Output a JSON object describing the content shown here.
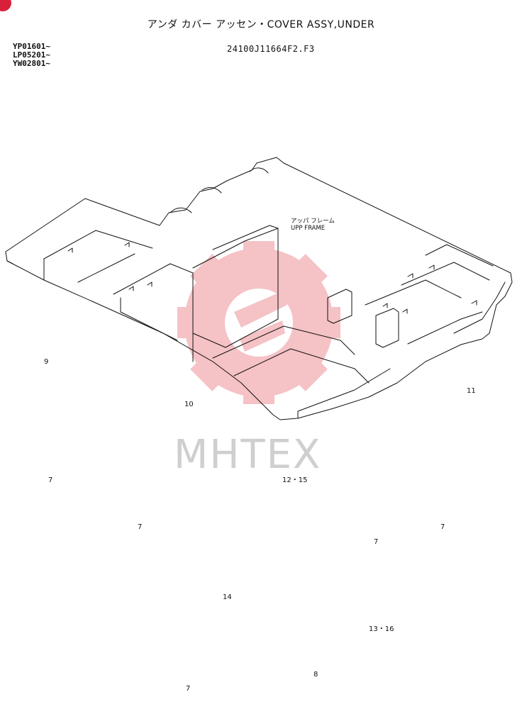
{
  "header": {
    "title": "アンダ カバー アッセン・COVER ASSY,UNDER",
    "serials": [
      "YP01601~",
      "LP05201~",
      "YW02801~"
    ],
    "drawing_number": "24100J11664F2.F3"
  },
  "frame_label": {
    "jp": "アッパ フレーム",
    "en": "UPP FRAME"
  },
  "callouts": {
    "c9": "9",
    "c10": "10",
    "c11": "11",
    "c12_15": "12・15",
    "c13_16": "13・16",
    "c14": "14",
    "c7a": "7",
    "c7b": "7",
    "c7c": "7",
    "c7d": "7",
    "c7e": "7",
    "c8": "8"
  },
  "watermark": "MHTEX",
  "colors": {
    "line": "#111111",
    "watermark_logo": "#f4b8bd",
    "watermark_text": "#cfcfcf",
    "corner_badge": "#d9203a"
  }
}
